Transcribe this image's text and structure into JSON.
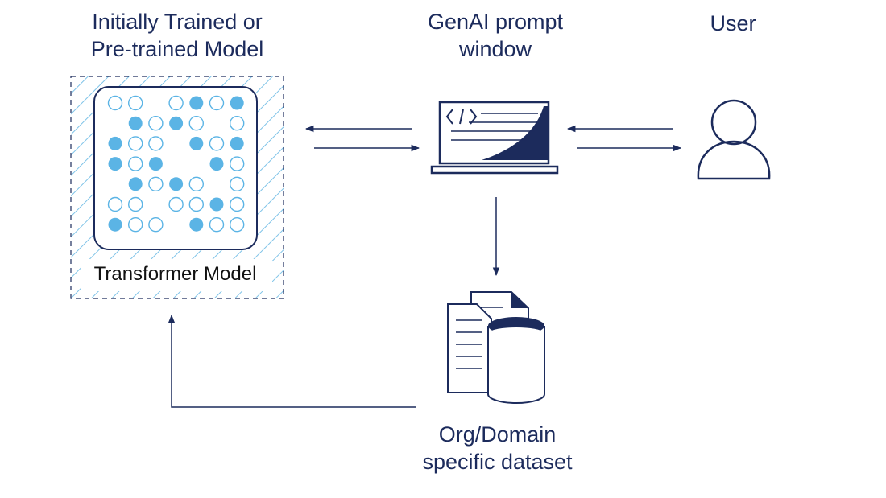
{
  "labels": {
    "pretrained_model": [
      "Initially Trained or",
      "Pre-trained Model"
    ],
    "genai_window": [
      "GenAI prompt",
      "window"
    ],
    "user": "User",
    "dataset": [
      "Org/Domain",
      "specific dataset"
    ],
    "transformer": "Transformer Model"
  },
  "colors": {
    "navy": "#1c2b5c",
    "accent_blue": "#5bb4e5",
    "hatch": "#7ec3e8"
  },
  "icons": {
    "laptop": "laptop-code-icon",
    "user": "user-icon",
    "dataset": "document-database-icon"
  },
  "node_grid": [
    [
      0,
      0,
      -1,
      0,
      1,
      0,
      1
    ],
    [
      -1,
      1,
      0,
      1,
      0,
      -1,
      0
    ],
    [
      1,
      0,
      0,
      -1,
      1,
      0,
      1
    ],
    [
      1,
      0,
      1,
      -1,
      -1,
      1,
      0
    ],
    [
      -1,
      1,
      0,
      1,
      0,
      -1,
      0
    ],
    [
      0,
      0,
      -1,
      0,
      0,
      1,
      0
    ],
    [
      1,
      0,
      0,
      -1,
      1,
      0,
      0
    ]
  ]
}
